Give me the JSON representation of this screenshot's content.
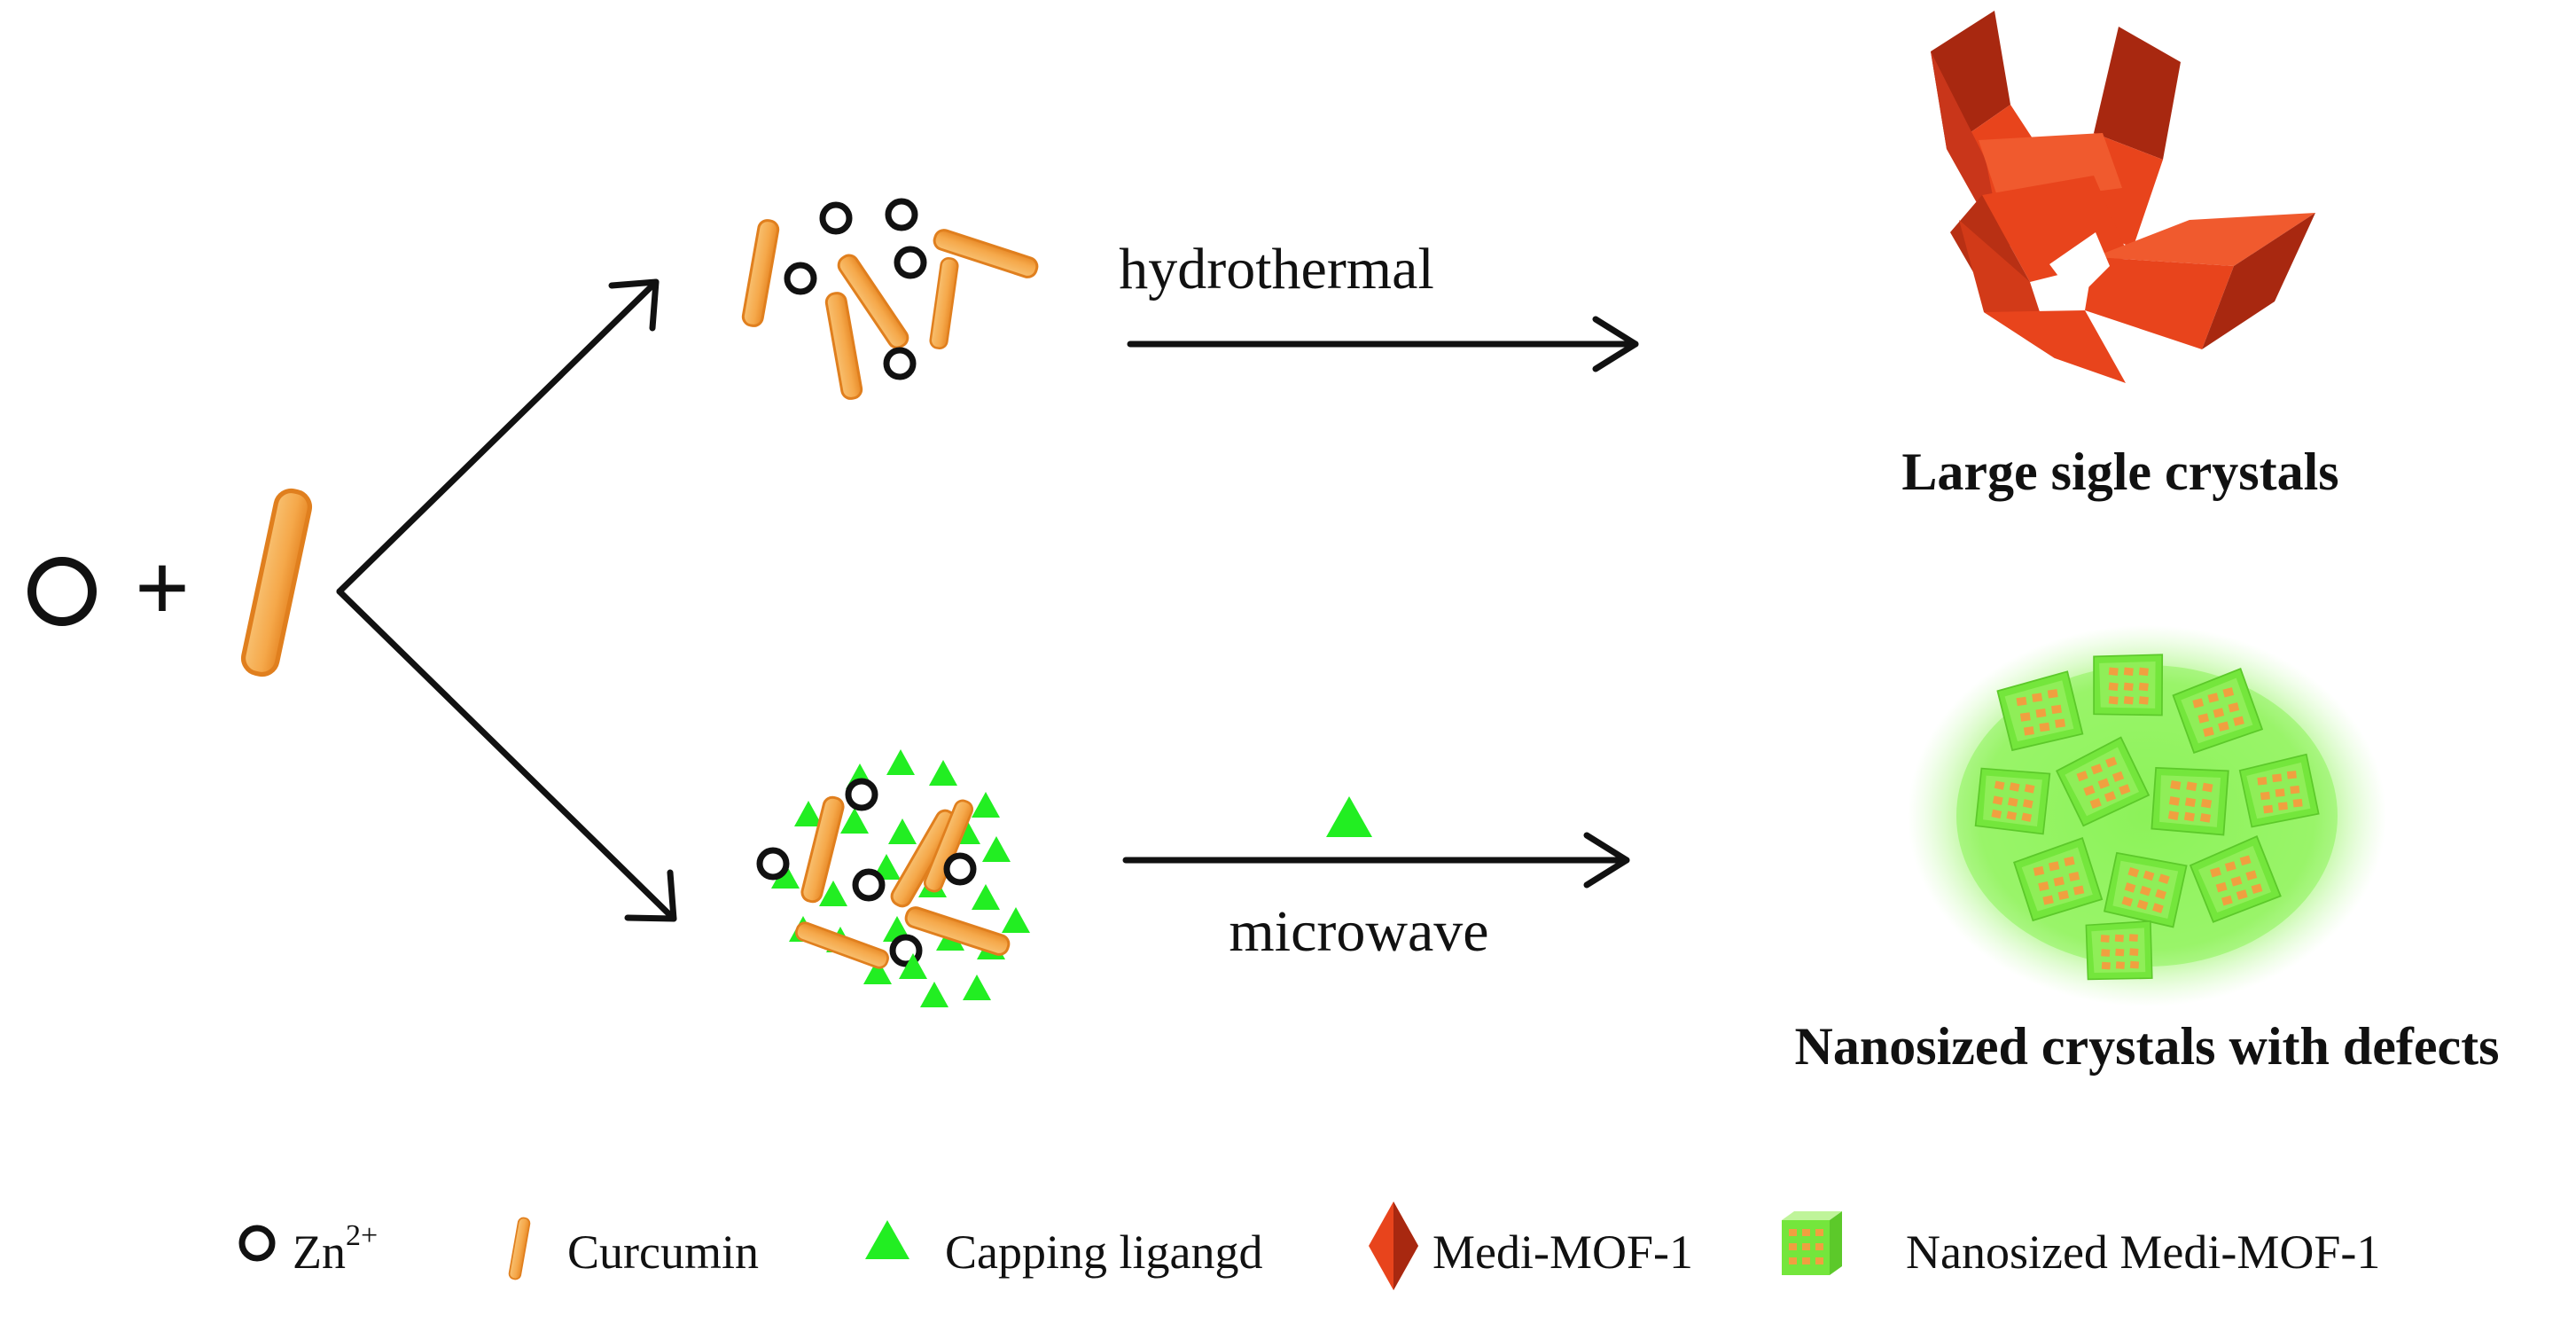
{
  "labels": {
    "hydrothermal": "hydrothermal",
    "microwave": "microwave",
    "large_crystals": "Large sigle crystals",
    "nano_crystals": "Nanosized crystals with defects",
    "plus": "+"
  },
  "legend": {
    "zn": "Zn",
    "zn_sup": "2+",
    "curcumin": "Curcumin",
    "capping": "Capping ligangd",
    "medi_mof": "Medi-MOF-1",
    "nano_medi_mof": "Nanosized Medi-MOF-1"
  },
  "colors": {
    "curcumin_fill": "#f5a84a",
    "curcumin_stroke": "#e07f1e",
    "capping_green": "#22ee22",
    "crystal_red": "#e8441c",
    "crystal_dark": "#a82810",
    "nano_glow": "#8cf25a",
    "ink": "#111111"
  },
  "icons": [
    "zinc-ion-icon",
    "curcumin-rod-icon",
    "capping-ligand-icon",
    "medi-mof-crystal-icon",
    "nano-medi-mof-icon"
  ]
}
